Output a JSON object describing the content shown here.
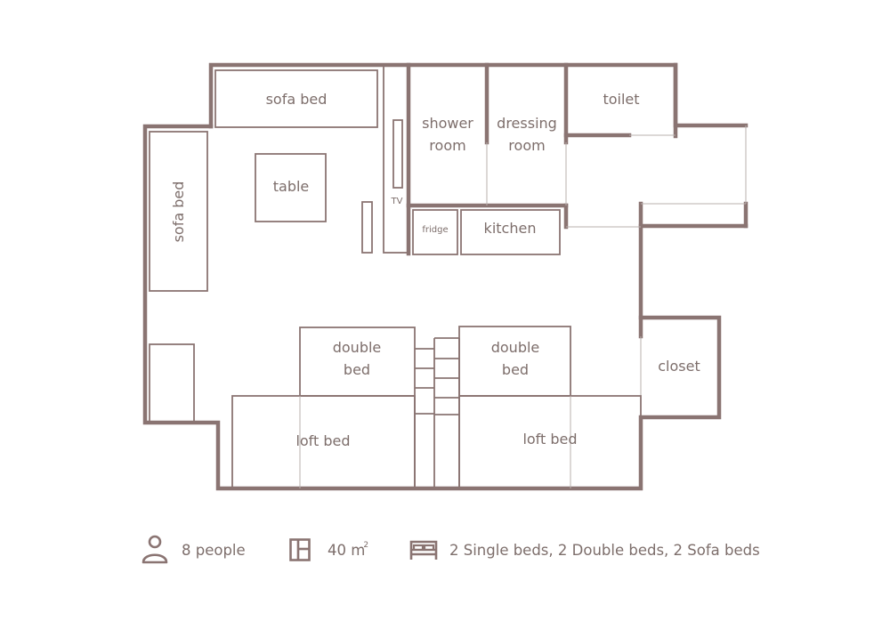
{
  "floor_plan": {
    "rooms": {
      "sofa_bed_top": "sofa bed",
      "sofa_bed_left": "sofa bed",
      "table": "table",
      "tv": "TV",
      "shower_room": [
        "shower",
        "room"
      ],
      "dressing_room": [
        "dressing",
        "room"
      ],
      "toilet": "toilet",
      "fridge": "fridge",
      "kitchen": "kitchen",
      "double_bed_left": [
        "double",
        "bed"
      ],
      "double_bed_right": [
        "double",
        "bed"
      ],
      "loft_bed_left": "loft bed",
      "loft_bed_right": "loft bed",
      "closet": "closet"
    },
    "colors": {
      "wall": "#8a7472",
      "text": "#7d6e6b",
      "background": "#ffffff"
    }
  },
  "summary": {
    "guests": {
      "icon": "person-icon",
      "label": "8 people"
    },
    "area": {
      "icon": "floorplan-icon",
      "value": "40 m",
      "unit_sup": "2"
    },
    "beds": {
      "icon": "bed-icon",
      "label": "2 Single beds, 2 Double beds, 2 Sofa beds"
    }
  }
}
